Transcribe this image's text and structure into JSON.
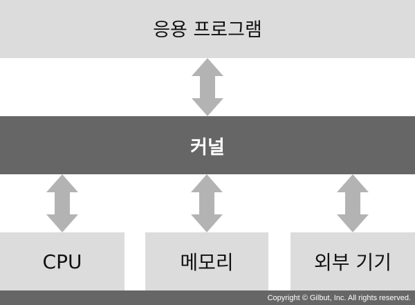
{
  "diagram": {
    "layers": {
      "application": "응용 프로그램",
      "kernel": "커널"
    },
    "hardware": [
      "CPU",
      "메모리",
      "외부 기기"
    ]
  },
  "footer": {
    "copyright": "Copyright © Gilbut, Inc. All rights reserved."
  },
  "colors": {
    "light_box": "#dcdcdc",
    "dark_box": "#666666",
    "arrow": "#b3b3b3"
  }
}
